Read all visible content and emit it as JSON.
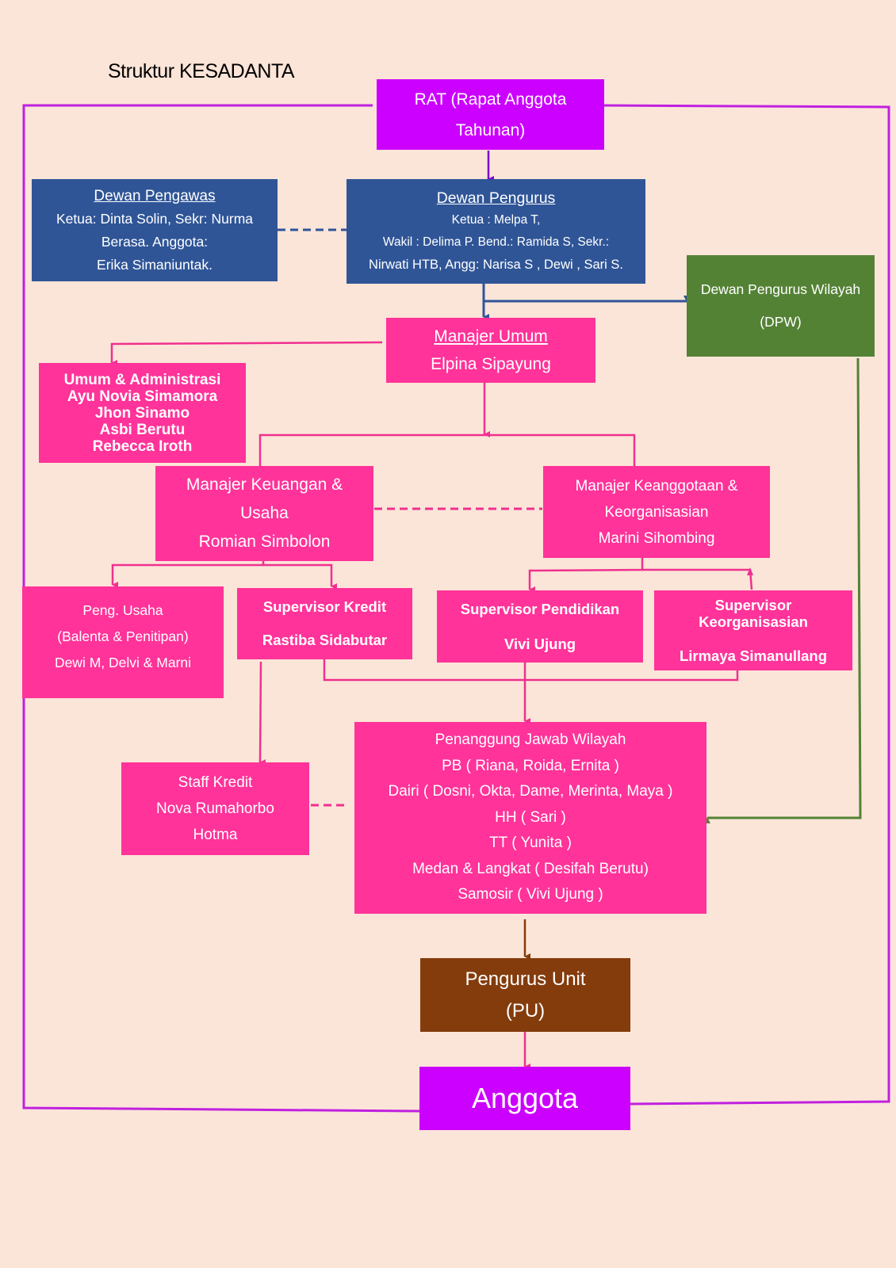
{
  "title": "Struktur KESADANTA",
  "colors": {
    "background": "#fbe5d8",
    "rat": "#cc00ff",
    "dewan": "#2f5597",
    "dpw": "#548235",
    "staff": "#ff3399",
    "pengurus_unit": "#843c0c",
    "anggota": "#cc00ff"
  },
  "nodes": {
    "rat": {
      "lines": [
        "RAT (Rapat Anggota",
        "Tahunan)"
      ]
    },
    "dewan_pengawas": {
      "heading": "Dewan Pengawas",
      "lines": [
        "Ketua: Dinta Solin, Sekr: Nurma",
        "Berasa. Anggota:",
        "Erika Simaniuntak."
      ]
    },
    "dewan_pengurus": {
      "heading": "Dewan Pengurus",
      "lines": [
        "Ketua : Melpa T,",
        "Wakil : Delima P. Bend.: Ramida S, Sekr.:",
        "Nirwati HTB, Angg: Narisa S , Dewi , Sari S."
      ]
    },
    "dpw": {
      "lines": [
        "Dewan Pengurus Wilayah",
        "(DPW)"
      ]
    },
    "manajer_umum": {
      "heading": "Manajer Umum",
      "lines": [
        "Elpina Sipayung"
      ]
    },
    "umum_administrasi": {
      "lines": [
        "Umum & Administrasi",
        "Ayu Novia Simamora",
        "Jhon Sinamo",
        "Asbi Berutu",
        "Rebecca Iroth"
      ]
    },
    "manajer_keuangan": {
      "lines": [
        "Manajer Keuangan &",
        "Usaha",
        "Romian Simbolon"
      ]
    },
    "manajer_keanggotaan": {
      "lines": [
        "Manajer Keanggotaan &",
        "Keorganisasian",
        "Marini Sihombing"
      ]
    },
    "peng_usaha": {
      "lines": [
        "Peng. Usaha",
        "(Balenta & Penitipan)",
        "Dewi  M, Delvi & Marni"
      ]
    },
    "supervisor_kredit": {
      "lines": [
        "Supervisor Kredit",
        "Rastiba Sidabutar"
      ]
    },
    "supervisor_pendidikan": {
      "lines": [
        "Supervisor Pendidikan",
        "Vivi Ujung"
      ]
    },
    "supervisor_keorganisasian": {
      "lines": [
        "Supervisor",
        "Keorganisasian",
        "Lirmaya Simanullang"
      ]
    },
    "staff_kredit": {
      "lines": [
        "Staff Kredit",
        "Nova Rumahorbo",
        "Hotma"
      ]
    },
    "pj_wilayah": {
      "lines": [
        "Penanggung Jawab Wilayah",
        "PB ( Riana, Roida, Ernita )",
        "Dairi ( Dosni, Okta, Dame, Merinta, Maya )",
        "HH ( Sari )",
        "TT ( Yunita )",
        "Medan & Langkat ( Desifah Berutu)",
        "Samosir ( Vivi Ujung )"
      ]
    },
    "pengurus_unit": {
      "lines": [
        "Pengurus Unit",
        "(PU)"
      ]
    },
    "anggota": {
      "lines": [
        "Anggota"
      ]
    }
  }
}
